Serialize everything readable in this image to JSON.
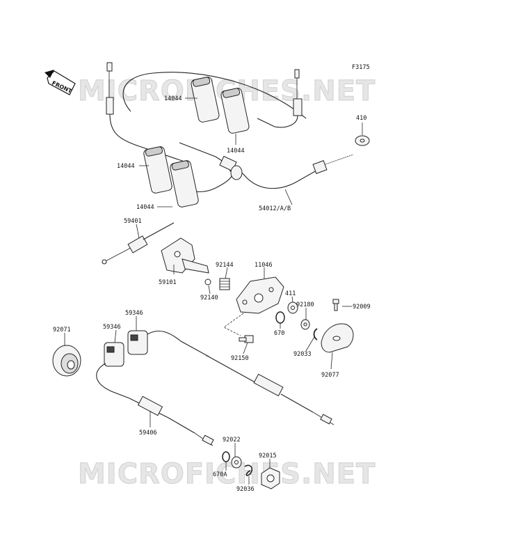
{
  "figure_code": "F3175",
  "watermark": {
    "top": "MICROFICHES.NET",
    "bottom": "MICROFICHES.NET"
  },
  "front_label": "FRONT",
  "parts": {
    "p410": "410",
    "p14044_a": "14044",
    "p14044_b": "14044",
    "p14044_c": "14044",
    "p14044_d": "14044",
    "p54012": "54012/A/B",
    "p59401": "59401",
    "p59101": "59101",
    "p92144": "92144",
    "p11046": "11046",
    "p92140": "92140",
    "p411": "411",
    "p92180": "92180",
    "p92009": "92009",
    "p670": "670",
    "p92033": "92033",
    "p92077": "92077",
    "p92150": "92150",
    "p92071": "92071",
    "p59346_a": "59346",
    "p59346_b": "59346",
    "p59406": "59406",
    "p92022": "92022",
    "p92015": "92015",
    "p670A": "670A",
    "p92036": "92036"
  }
}
